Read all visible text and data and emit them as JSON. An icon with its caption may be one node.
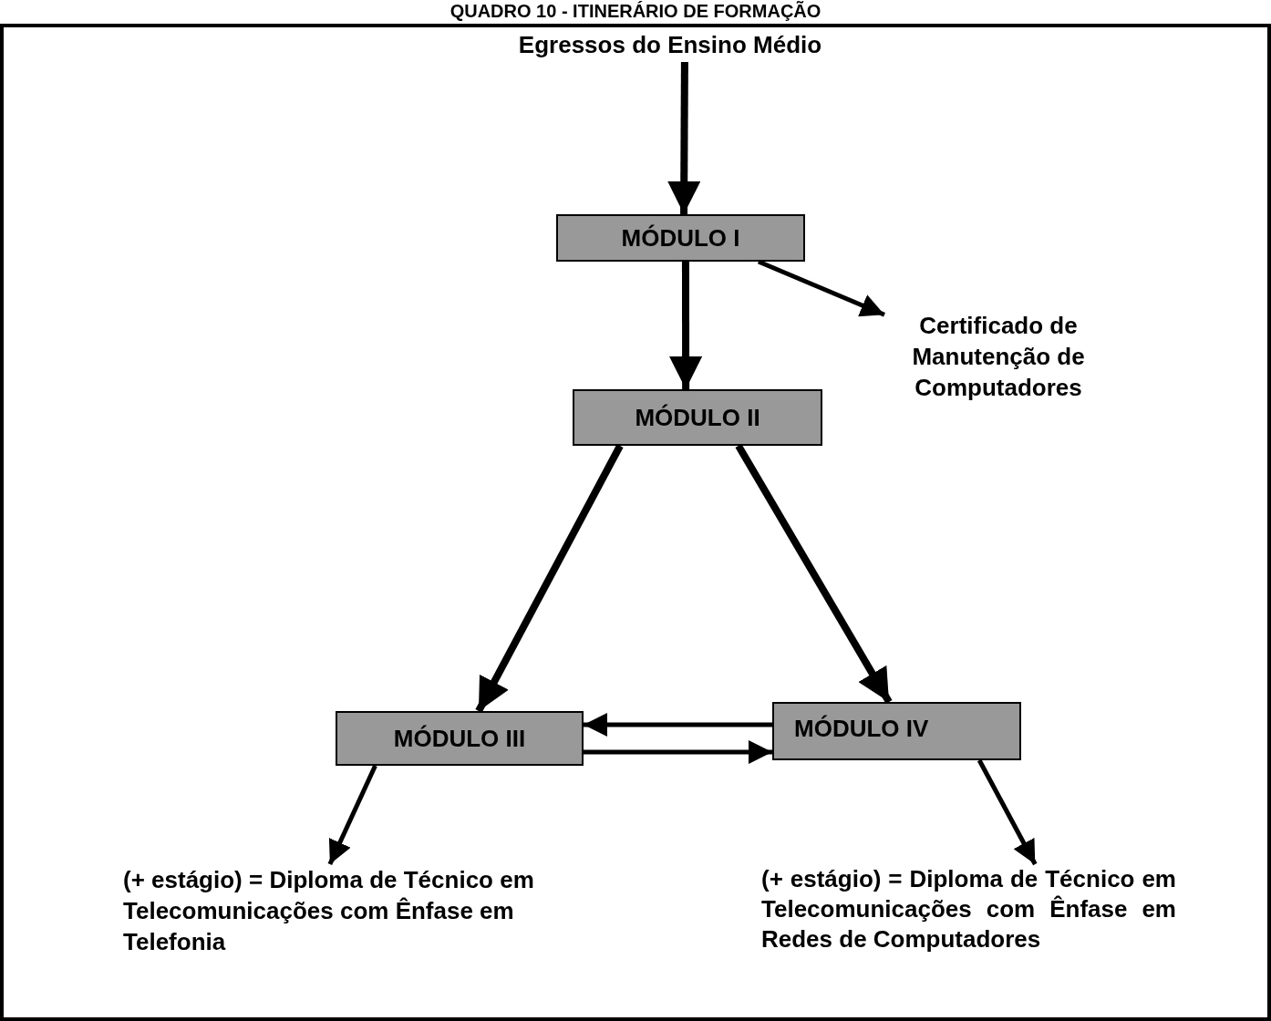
{
  "diagram": {
    "title": "QUADRO 10 - ITINERÁRIO DE FORMAÇÃO",
    "nodes": [
      {
        "text": [
          "Egressos do Ensino Médio"
        ]
      },
      {
        "text": [
          "MÓDULO I"
        ]
      },
      {
        "text": [
          "Certificado de Manutenção de Computadores"
        ]
      },
      {
        "text": [
          "MÓDULO II"
        ]
      },
      {
        "text": [
          "MÓDULO III"
        ]
      },
      {
        "text": [
          "MÓDULO IV"
        ]
      },
      {
        "text": [
          "(+ estágio) = Diploma de Técnico em Telecomunicações com Ênfase em Telefonia"
        ]
      },
      {
        "text": [
          "(+ estágio) = Diploma de Técnico em Telecomunicações com Ênfase em Redes de Computadores"
        ]
      }
    ],
    "edges": [
      {
        "from": 0,
        "to": 1,
        "arrow": "to"
      },
      {
        "from": 1,
        "to": 3,
        "arrow": "to"
      },
      {
        "from": 1,
        "to": 2,
        "arrow": "to"
      },
      {
        "from": 3,
        "to": 4,
        "arrow": "to"
      },
      {
        "from": 3,
        "to": 5,
        "arrow": "to"
      },
      {
        "from": 5,
        "to": 4,
        "arrow": "to"
      },
      {
        "from": 4,
        "to": 5,
        "arrow": "to"
      },
      {
        "from": 4,
        "to": 6,
        "arrow": "to"
      },
      {
        "from": 5,
        "to": 7,
        "arrow": "to"
      }
    ]
  }
}
